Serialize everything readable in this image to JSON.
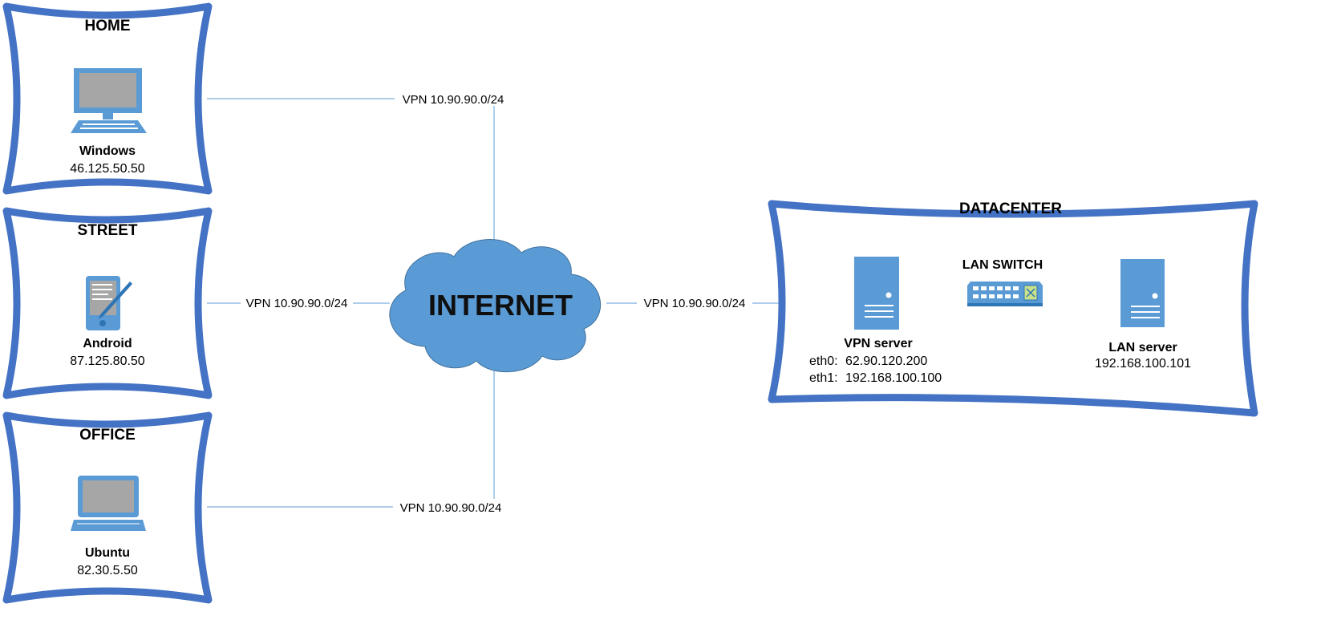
{
  "sites": {
    "home": {
      "title": "HOME",
      "device_icon": "desktop-computer-icon",
      "name": "Windows",
      "ip": "46.125.50.50",
      "link_label": "VPN 10.90.90.0/24"
    },
    "street": {
      "title": "STREET",
      "device_icon": "tablet-pen-icon",
      "name": "Android",
      "ip": "87.125.80.50",
      "link_label": "VPN 10.90.90.0/24"
    },
    "office": {
      "title": "OFFICE",
      "device_icon": "laptop-icon",
      "name": "Ubuntu",
      "ip": "82.30.5.50",
      "link_label": "VPN 10.90.90.0/24"
    }
  },
  "internet": {
    "label": "INTERNET",
    "icon": "cloud-icon"
  },
  "datacenter": {
    "title": "DATACENTER",
    "link_label": "VPN 10.90.90.0/24",
    "vpn_server": {
      "name": "VPN server",
      "eth0_label": "eth0:",
      "eth0": "62.90.120.200",
      "eth1_label": "eth1:",
      "eth1": "192.168.100.100",
      "icon": "server-icon"
    },
    "switch": {
      "label": "LAN SWITCH",
      "icon": "network-switch-icon"
    },
    "lan_server": {
      "name": "LAN server",
      "ip": "192.168.100.101",
      "icon": "server-icon"
    }
  },
  "colors": {
    "frame": "#4472c4",
    "device": "#5b9bd5",
    "line": "#5b9bd5"
  }
}
